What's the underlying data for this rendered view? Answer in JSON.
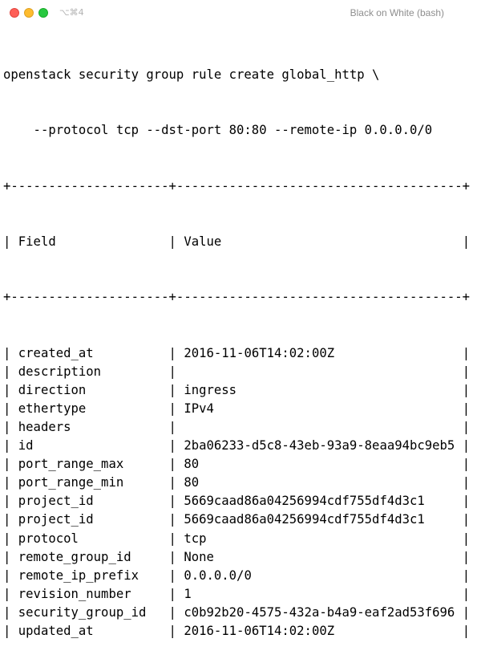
{
  "window": {
    "shortcut": "⌥⌘4",
    "title": "Black on White (bash)"
  },
  "terminal": {
    "command_line_1": "openstack security group rule create global_http \\",
    "command_line_2": "    --protocol tcp --dst-port 80:80 --remote-ip 0.0.0.0/0",
    "border_top": "+---------------------+--------------------------------------+",
    "header": {
      "field": "Field",
      "value": "Value"
    },
    "border_mid": "+---------------------+--------------------------------------+",
    "rows": [
      {
        "field": "created_at",
        "value": "2016-11-06T14:02:00Z"
      },
      {
        "field": "description",
        "value": ""
      },
      {
        "field": "direction",
        "value": "ingress"
      },
      {
        "field": "ethertype",
        "value": "IPv4"
      },
      {
        "field": "headers",
        "value": ""
      },
      {
        "field": "id",
        "value": "2ba06233-d5c8-43eb-93a9-8eaa94bc9eb5"
      },
      {
        "field": "port_range_max",
        "value": "80"
      },
      {
        "field": "port_range_min",
        "value": "80"
      },
      {
        "field": "project_id",
        "value": "5669caad86a04256994cdf755df4d3c1"
      },
      {
        "field": "project_id",
        "value": "5669caad86a04256994cdf755df4d3c1"
      },
      {
        "field": "protocol",
        "value": "tcp"
      },
      {
        "field": "remote_group_id",
        "value": "None"
      },
      {
        "field": "remote_ip_prefix",
        "value": "0.0.0.0/0"
      },
      {
        "field": "revision_number",
        "value": "1"
      },
      {
        "field": "security_group_id",
        "value": "c0b92b20-4575-432a-b4a9-eaf2ad53f696"
      },
      {
        "field": "updated_at",
        "value": "2016-11-06T14:02:00Z"
      }
    ]
  }
}
